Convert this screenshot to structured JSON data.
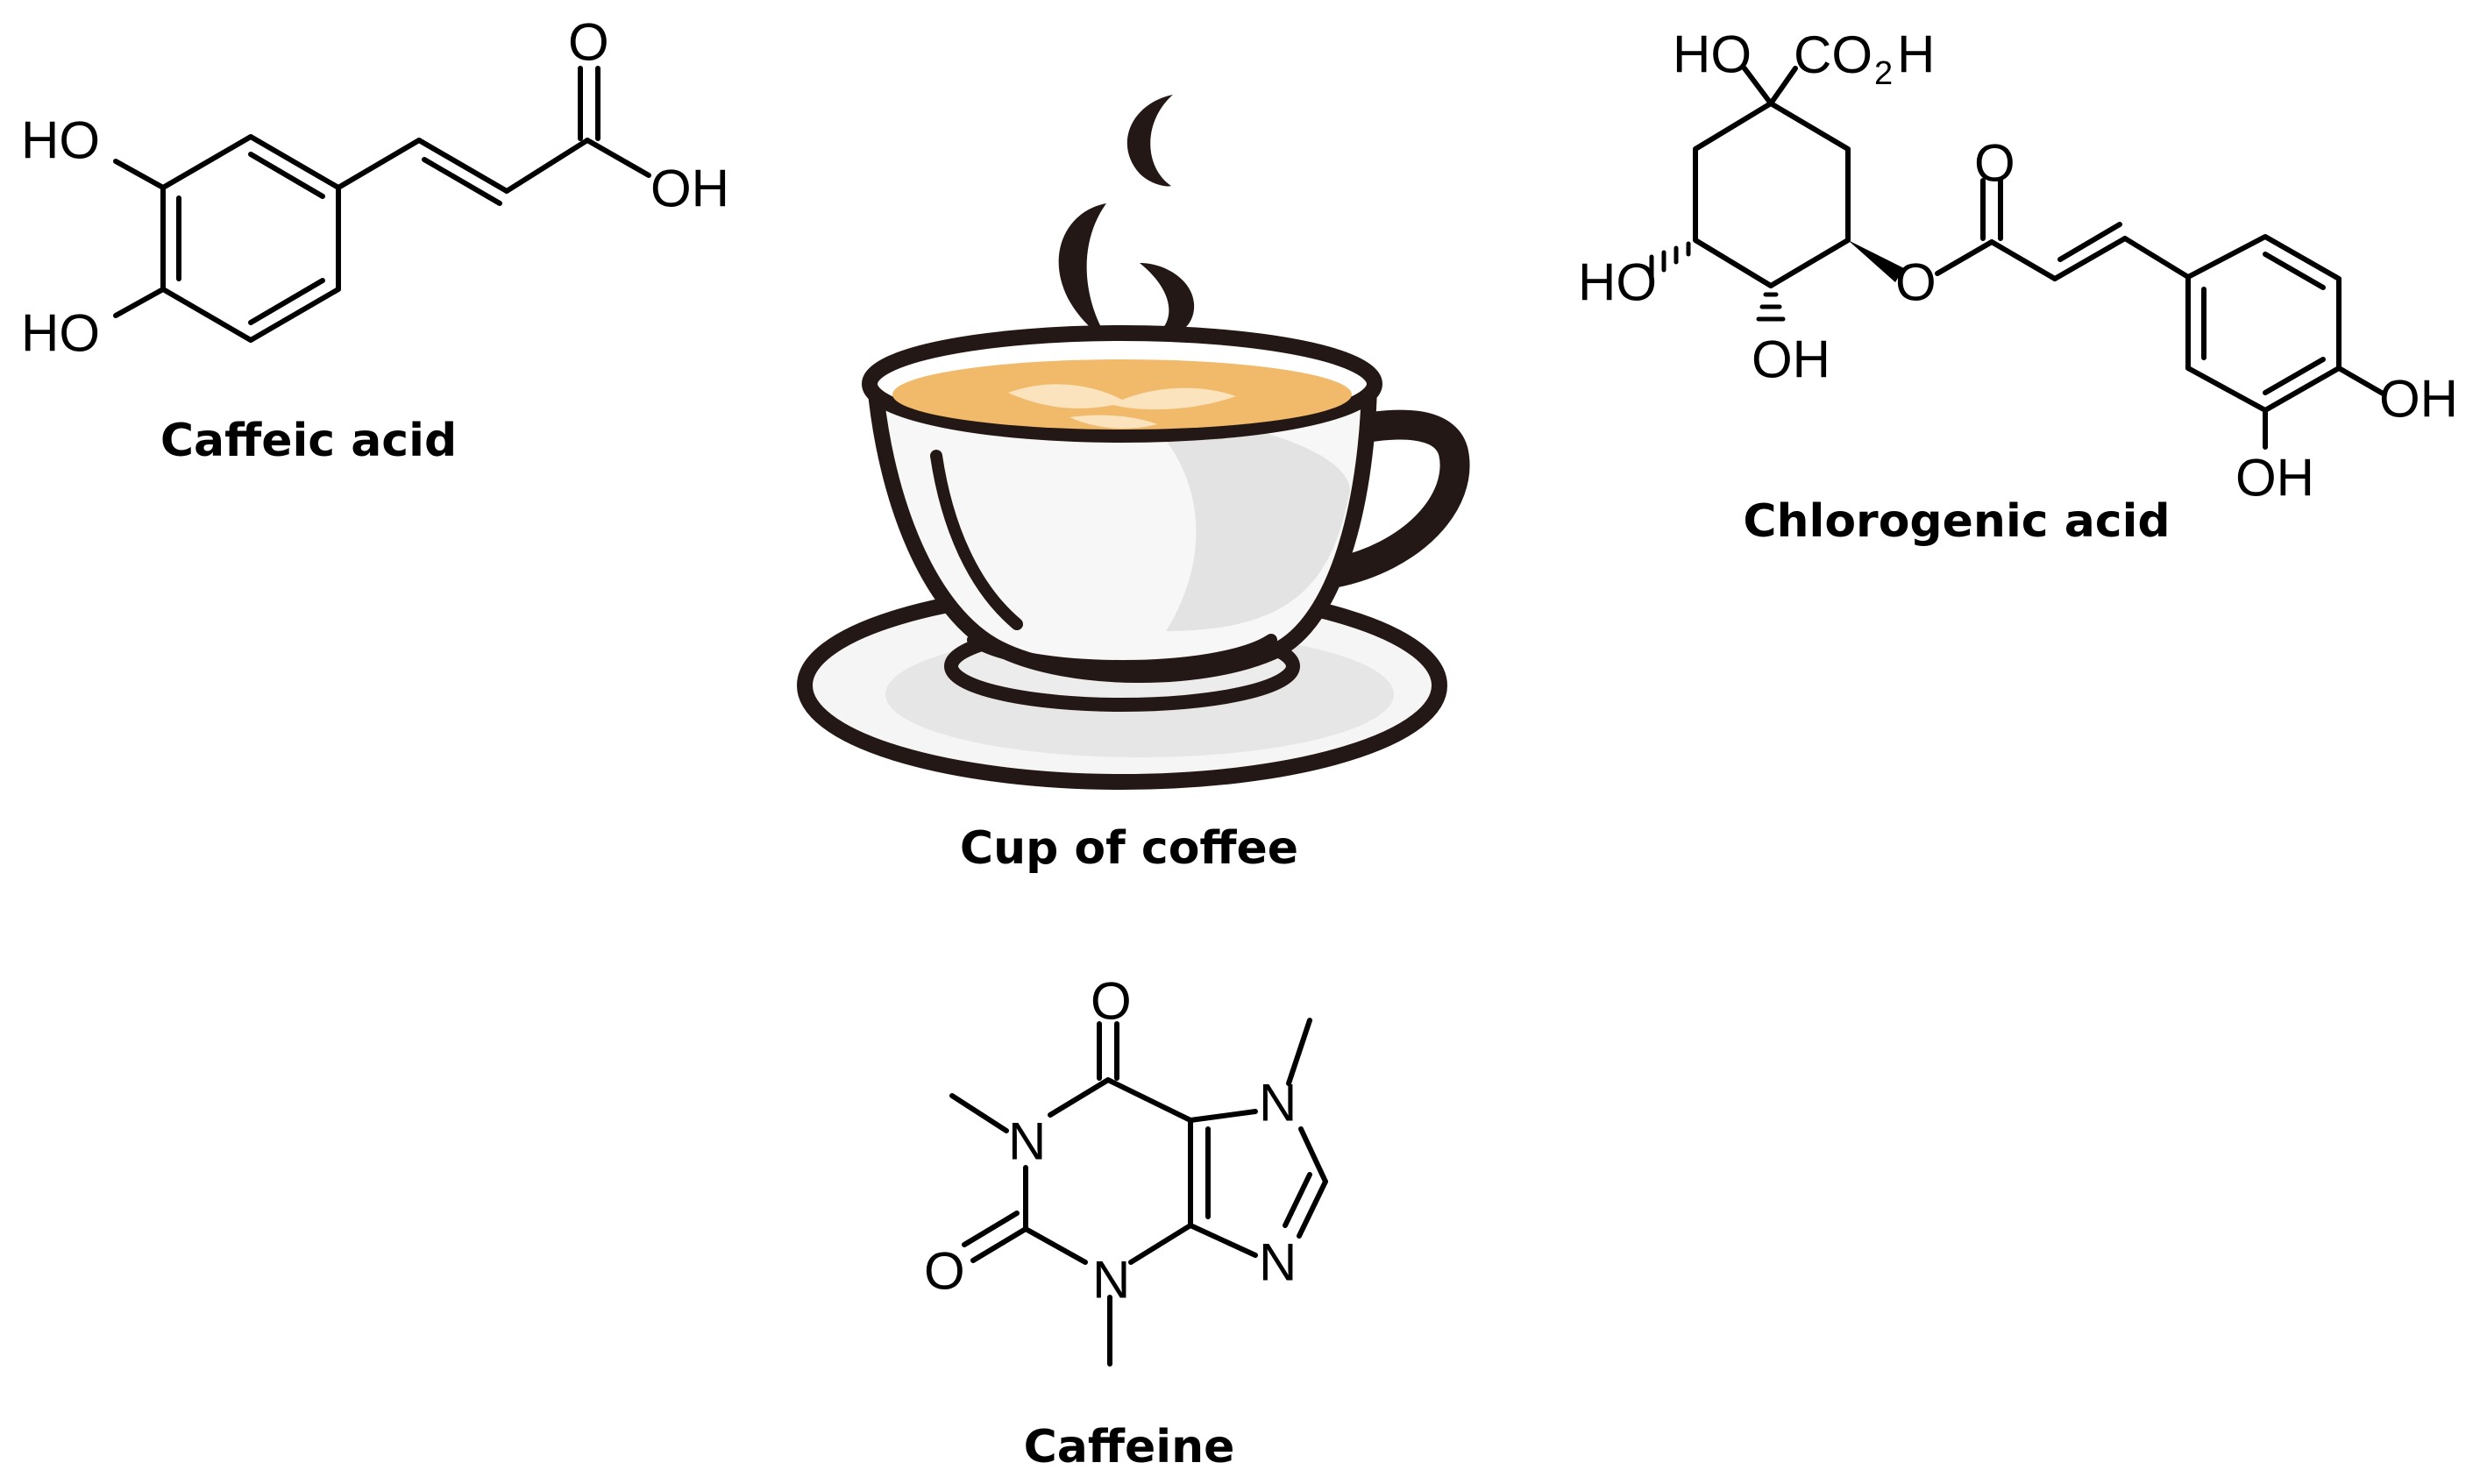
{
  "molecules": {
    "caffeic_acid": {
      "caption": "Caffeic acid",
      "labels": {
        "ho_top": "HO",
        "ho_bottom": "HO",
        "oxo": "O",
        "oh": "OH"
      }
    },
    "chlorogenic_acid": {
      "caption": "Chlorogenic acid",
      "labels": {
        "ho_top": "HO",
        "co2h_c": "CO",
        "co2h_sub": "2",
        "co2h_h": "H",
        "ho_left": "HO",
        "oh_bottom": "OH",
        "ester_o": "O",
        "ester_oxo": "O",
        "oh_right": "OH",
        "oh_ring_bottom": "OH"
      }
    },
    "caffeine": {
      "caption": "Caffeine",
      "labels": {
        "oxo_top": "O",
        "n1": "N",
        "n7": "N",
        "n3": "N",
        "n9": "N",
        "oxo_left": "O"
      }
    }
  },
  "illustration": {
    "caption": "Cup of coffee",
    "icon": "coffee-cup-icon",
    "colors": {
      "outline": "#231815",
      "coffee": "#f1b96a",
      "cup_shade": "#e6e6e6",
      "cup_body": "#f7f7f7"
    }
  }
}
